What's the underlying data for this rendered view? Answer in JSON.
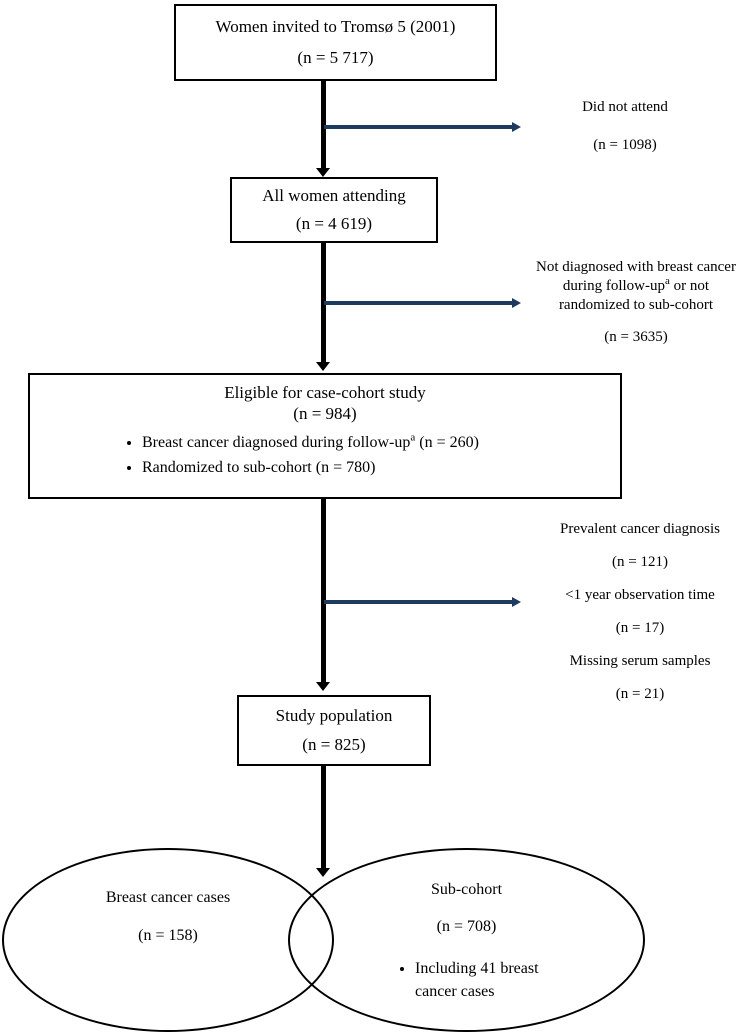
{
  "boxes": {
    "invited": {
      "title": "Women invited to Tromsø 5 (2001)",
      "n": "(n = 5 717)"
    },
    "attending": {
      "title": "All women attending",
      "n": "(n = 4 619)"
    },
    "eligible": {
      "title": "Eligible for case-cohort study",
      "n": "(n = 984)",
      "bullet1_pre": "Breast cancer diagnosed during follow-up",
      "bullet1_sup": "a",
      "bullet1_post": " (n = 260)",
      "bullet2": "Randomized to sub-cohort (n = 780)"
    },
    "study": {
      "title": "Study population",
      "n": "(n = 825)"
    }
  },
  "exclusions": {
    "attend": {
      "line1": "Did not attend",
      "n": "(n = 1098)"
    },
    "diagnosed": {
      "line1": "Not diagnosed with breast cancer",
      "line2_pre": "during follow-up",
      "line2_sup": "a",
      "line2_post": " or not",
      "line3": "randomized to sub-cohort",
      "n": "(n = 3635)"
    },
    "study_excl": {
      "line1": "Prevalent cancer diagnosis",
      "n1": "(n = 121)",
      "line2": "<1 year observation time",
      "n2": "(n = 17)",
      "line3": "Missing serum samples",
      "n3": "(n = 21)"
    }
  },
  "ellipses": {
    "cases": {
      "title": "Breast cancer cases",
      "n": "(n = 158)"
    },
    "subcohort": {
      "title": "Sub-cohort",
      "n": "(n = 708)",
      "bullet_line1": "Including 41 breast",
      "bullet_line2": "cancer cases"
    }
  },
  "colors": {
    "arrow_black": "#000000",
    "arrow_navy": "#1f3a5f"
  }
}
